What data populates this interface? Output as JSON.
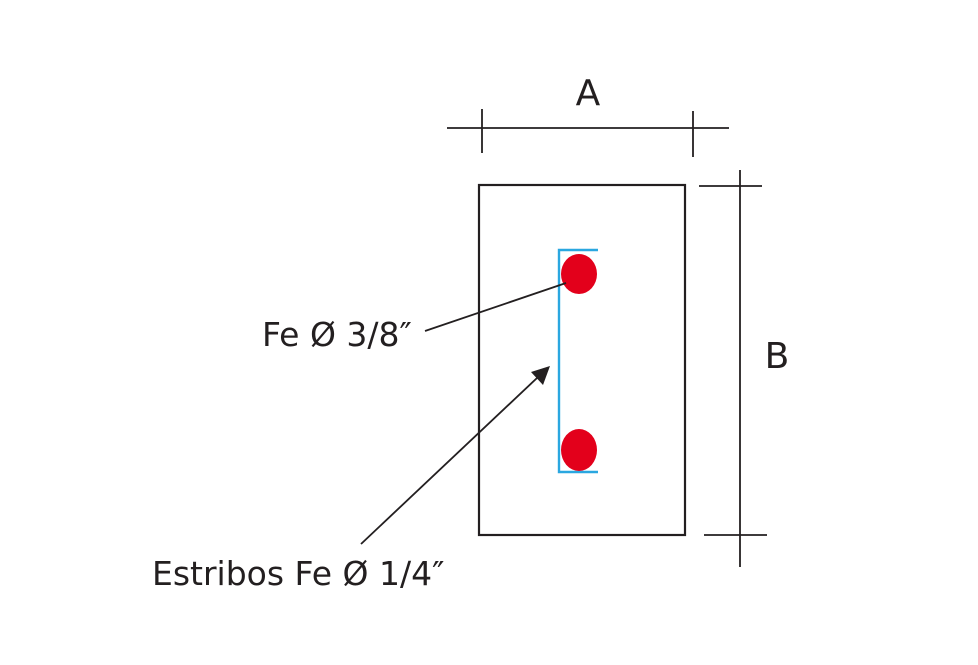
{
  "labels": {
    "dimension_a": "A",
    "dimension_b": "B",
    "rebar_callout": "Fe Ø 3/8″",
    "stirrup_callout": "Estribos Fe Ø 1/4″"
  },
  "colors": {
    "ink": "#231f20",
    "stirrup": "#2aa7e0",
    "rebar": "#e3001b",
    "background": "#ffffff"
  }
}
